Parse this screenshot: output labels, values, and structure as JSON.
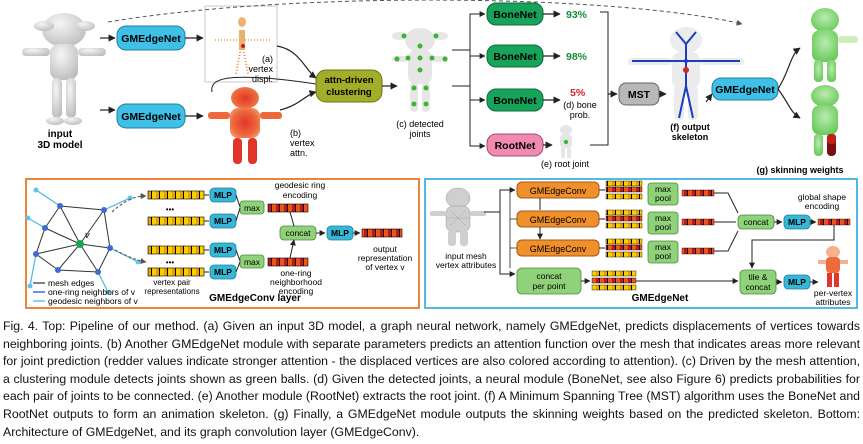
{
  "pipeline": {
    "input_label_1": "input",
    "input_label_2": "3D model",
    "gmedgenet": "GMEdgeNet",
    "vertex_displ": [
      "(a)",
      "vertex",
      "displ."
    ],
    "vertex_attn": [
      "(b)",
      "vertex",
      "attn."
    ],
    "clustering": [
      "attn-driven",
      "clustering"
    ],
    "detected_joints": [
      "(c) detected",
      "joints"
    ],
    "bonenet": "BoneNet",
    "bone_probs": [
      "93%",
      "98%",
      "5%"
    ],
    "bone_prob_label": [
      "(d) bone",
      "prob."
    ],
    "rootnet": "RootNet",
    "root_joint": "(e) root joint",
    "mst": "MST",
    "output_skeleton": [
      "(f) output",
      "skeleton"
    ],
    "skinning_weights": "(g) skinning weights"
  },
  "conv_layer": {
    "title": "GMEdgeConv layer",
    "mlp": "MLP",
    "max": "max",
    "concat": "concat",
    "dots": "•••",
    "vertex_pair": [
      "vertex pair",
      "representations"
    ],
    "geodesic_enc": [
      "geodesic ring",
      "encoding"
    ],
    "one_ring_enc": [
      "one-ring",
      "neighborhood",
      "encoding"
    ],
    "output_rep": [
      "output",
      "representation",
      "of vertex v"
    ],
    "vertex_v": "v",
    "legend": [
      "mesh edges",
      "one-ring neighbors of v",
      "geodesic neighbors of v"
    ]
  },
  "edgenet": {
    "title": "GMEdgeNet",
    "input_mesh": [
      "input mesh",
      "vertex attributes"
    ],
    "gmedgeconv": "GMEdgeConv",
    "max_pool": [
      "max",
      "pool"
    ],
    "concat": "concat",
    "concat_per_point": [
      "concat",
      "per point"
    ],
    "mlp": "MLP",
    "global_shape": [
      "global shape",
      "encoding"
    ],
    "tile_concat": [
      "tile &",
      "concat"
    ],
    "per_vertex": [
      "per-vertex",
      "attributes"
    ]
  },
  "caption": "Fig. 4.  Top: Pipeline of our method. (a) Given an input 3D model, a graph neural network, namely GMEdgeNet, predicts displacements of vertices towards neighboring joints. (b) Another GMEdgeNet module with separate parameters predicts an attention function over the mesh that indicates areas more relevant for joint prediction (redder values indicate stronger attention - the displaced vertices are also colored according to attention). (c) Driven by the mesh attention, a clustering module detects joints shown as green balls. (d) Given the detected joints, a neural module (BoneNet, see also Figure 6) predicts probabilities for each pair of joints to be connected. (e) Another module (RootNet) extracts the root joint. (f) A Minimum Spanning Tree (MST) algorithm uses the BoneNet and RootNet outputs to form an animation skeleton. (g) Finally, a GMEdgeNet module outputs the skinning weights based on the predicted skeleton. Bottom: Architecture of GMEdgeNet, and its graph convolution layer (GMEdgeConv).",
  "colors": {
    "gmedgenet": "#3fc0e6",
    "clustering": "#a2ad2a",
    "bonenet": "#17a35a",
    "rootnet": "#f08ab0",
    "mlp": "#37b7d6",
    "concat_green": "#8fd27a",
    "gmedgeconv": "#f0902a",
    "conv_frame": "#e9843a",
    "net_frame": "#51b9e3",
    "probs_high": "#1a8a3a",
    "probs_low": "#d0252a"
  }
}
